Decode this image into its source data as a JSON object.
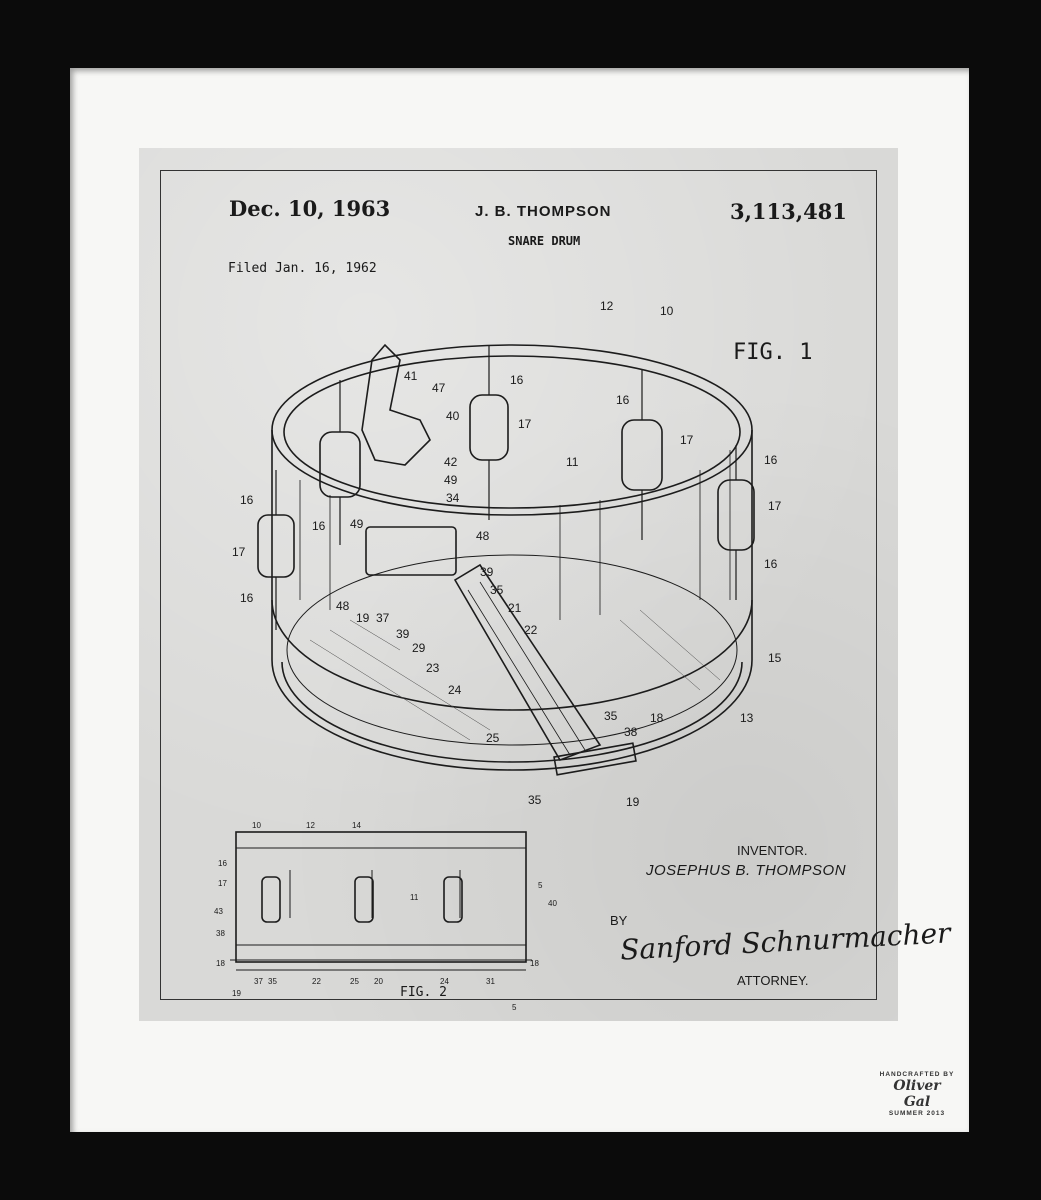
{
  "frame": {
    "color": "#0b0b0b"
  },
  "patent": {
    "date": "Dec. 10, 1963",
    "inventor_header": "J. B. THOMPSON",
    "patent_number": "3,113,481",
    "subject": "SNARE DRUM",
    "filed": "Filed Jan. 16, 1962",
    "fig1_label": "FIG. 1",
    "fig2_label": "FIG. 2",
    "inventor_label": "INVENTOR.",
    "inventor_name": "JOSEPHUS B. THOMPSON",
    "by_label": "BY",
    "attorney_signature": "Sanford Schnurmacher",
    "attorney_label": "ATTORNEY."
  },
  "fig1_refs": [
    "12",
    "10",
    "41",
    "47",
    "40",
    "16",
    "17",
    "11",
    "42",
    "49",
    "34",
    "48",
    "19",
    "37",
    "39",
    "29",
    "23",
    "24",
    "35",
    "21",
    "22",
    "15",
    "13",
    "25",
    "38",
    "18"
  ],
  "fig2_refs": [
    "10",
    "12",
    "14",
    "17",
    "16",
    "11",
    "43",
    "38",
    "18",
    "19",
    "37",
    "35",
    "22",
    "25",
    "20",
    "24",
    "31",
    "5",
    "40"
  ],
  "badge": {
    "line1": "HANDCRAFTED BY",
    "line2": "Oliver Gal",
    "line3": "SUMMER 2013"
  },
  "colors": {
    "paper": "#d9d9d7",
    "ink": "#1a1a1a",
    "mat": "#f7f7f5"
  }
}
